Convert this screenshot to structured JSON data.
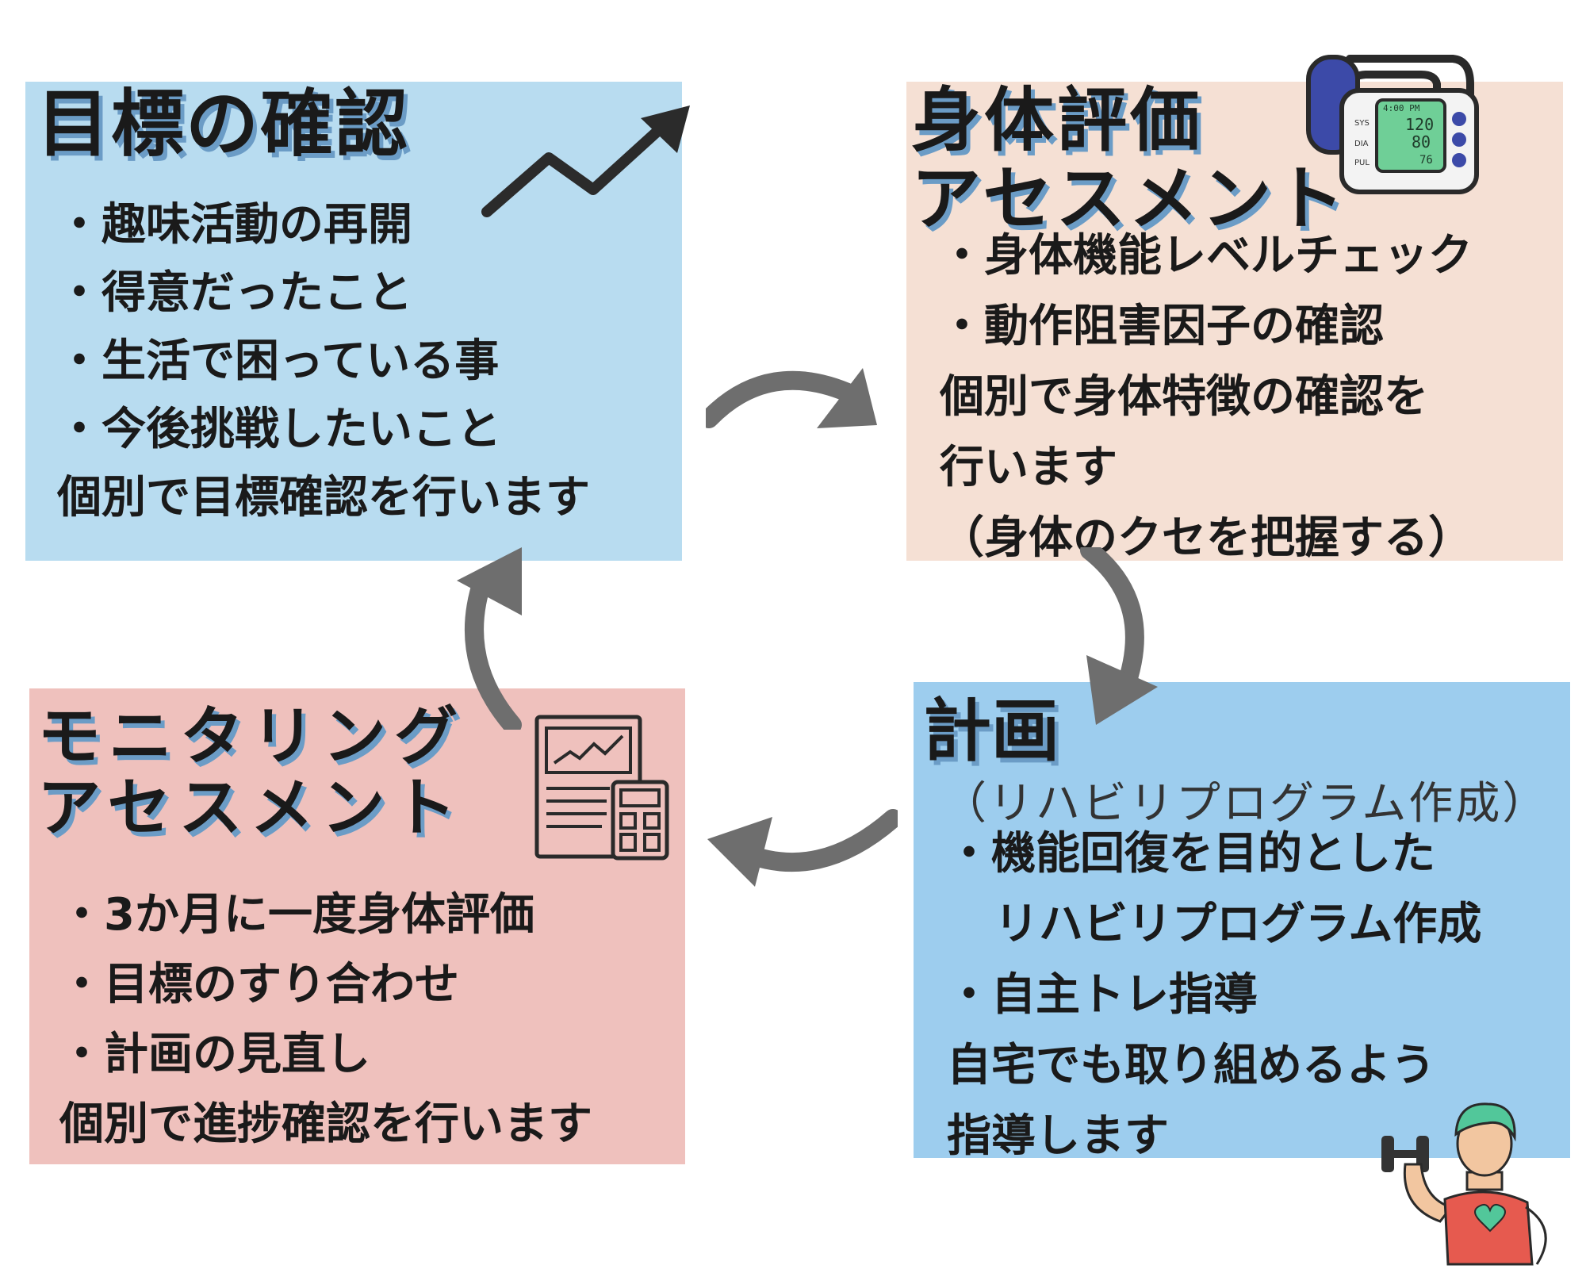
{
  "colors": {
    "goal_bg": "#b8dcf0",
    "assess_bg": "#f5e0d4",
    "plan_bg": "#9dcdee",
    "monitor_bg": "#efc1bd",
    "arrow": "#6e6e6e",
    "title_shadow": "#6b9cc6"
  },
  "goal": {
    "title": "目標の確認",
    "lines": [
      "・趣味活動の再開",
      "・得意だったこと",
      "・生活で困っている事",
      "・今後挑戦したいこと",
      "個別で目標確認を行います"
    ]
  },
  "assessment": {
    "title_1": "身体評価",
    "title_2": "アセスメント",
    "lines": [
      "・身体機能レベルチェック",
      "・動作阻害因子の確認",
      "個別で身体特徴の確認を",
      "行います",
      "（身体のクセを把握する）"
    ],
    "monitor_readout": {
      "time": "4:00 PM",
      "sys": "120",
      "dia": "80",
      "pul": "76",
      "labels": [
        "SYS",
        "DIA",
        "PUL"
      ]
    }
  },
  "plan": {
    "title": "計画",
    "subtitle": "（リハビリプログラム作成）",
    "lines": [
      "・機能回復を目的とした",
      "リハビリプログラム作成",
      "・自主トレ指導",
      "自宅でも取り組めるよう",
      "指導します"
    ]
  },
  "monitoring": {
    "title_1": "モニタリング",
    "title_2": "アセスメント",
    "lines": [
      "・3か月に一度身体評価",
      "・目標のすり合わせ",
      "・計画の見直し",
      "個別で進捗確認を行います"
    ]
  },
  "icons": [
    "trend-up-icon",
    "blood-pressure-monitor-icon",
    "report-calculator-icon",
    "dumbbell-person-icon",
    "cycle-arrow-icon"
  ]
}
